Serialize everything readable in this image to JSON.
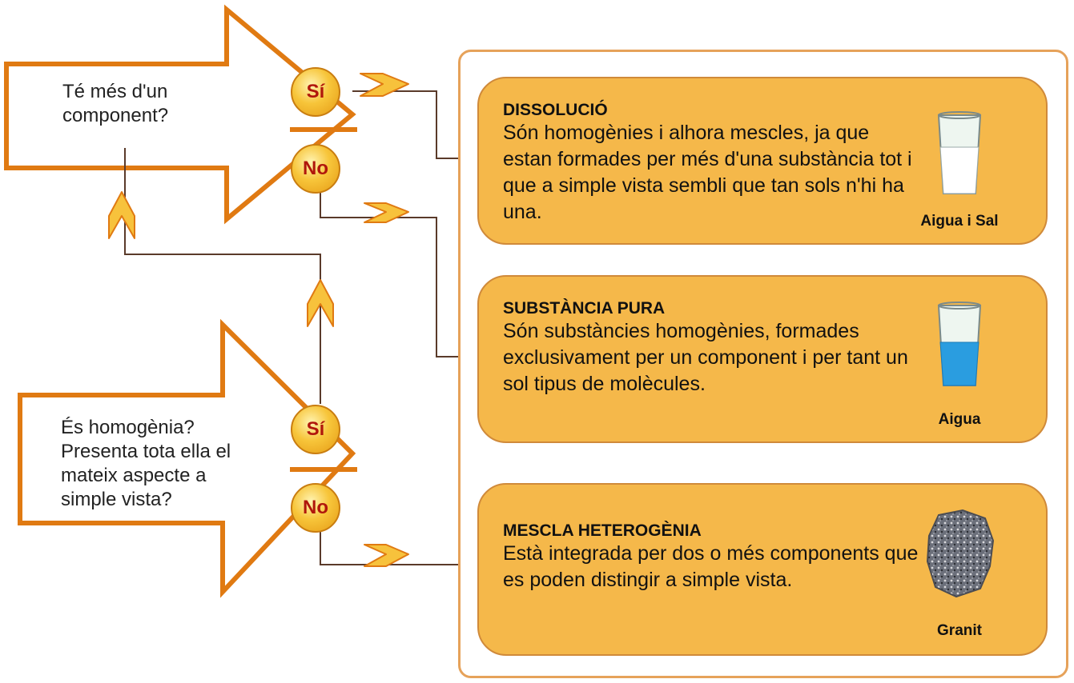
{
  "questions": {
    "q1": "Té més d'un component?",
    "q2": "És homogènia? Presenta tota ella el mateix aspecte a simple vista?"
  },
  "answers": {
    "yes": "Sí",
    "no": "No"
  },
  "cards": [
    {
      "title": "DISSOLUCIÓ",
      "text": "Són homogènies i alhora mescles, ja que estan formades per més d'una substància tot i que a simple vista sembli que tan sols n'hi ha una.",
      "caption": "Aigua i Sal",
      "icon": "glass-salt-water-icon"
    },
    {
      "title": "SUBSTÀNCIA PURA",
      "text": "Són substàncies homogènies, formades exclusivament per un component i per tant un sol tipus de molècules.",
      "caption": "Aigua",
      "icon": "glass-water-icon"
    },
    {
      "title": "MESCLA HETEROGÈNIA",
      "text": "Està integrada per dos o més components que es poden distingir a simple vista.",
      "caption": "Granit",
      "icon": "granite-rock-icon"
    }
  ],
  "colors": {
    "arrow_outline": "#e07a12",
    "card_fill": "#f5b84a",
    "panel_border": "#e6a25a",
    "connector": "#5a3a2a",
    "badge_text": "#b0170c",
    "water": "#2a9de0"
  }
}
